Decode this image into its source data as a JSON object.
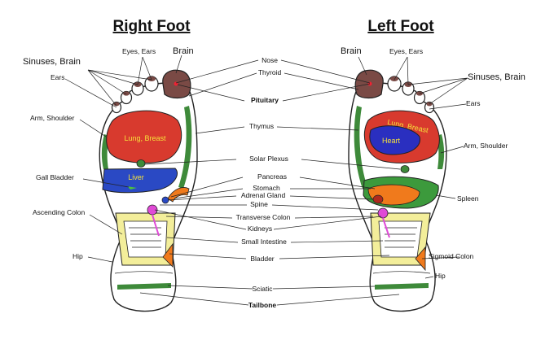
{
  "titles": {
    "right": "Right Foot",
    "left": "Left Foot"
  },
  "right_labels": {
    "sinuses_brain": "Sinuses, Brain",
    "eyes_ears": "Eyes, Ears",
    "brain": "Brain",
    "ears": "Ears",
    "arm_shoulder": "Arm, Shoulder",
    "gall_bladder": "Gall Bladder",
    "ascending_colon": "Ascending Colon",
    "hip": "Hip"
  },
  "center_labels": {
    "nose": "Nose",
    "thyroid": "Thyroid",
    "pituitary": "Pituitary",
    "thymus": "Thymus",
    "solar_plexus": "Solar Plexus",
    "pancreas": "Pancreas",
    "stomach": "Stomach",
    "adrenal_gland": "Adrenal Gland",
    "spine": "Spine",
    "transverse_colon": "Transverse Colon",
    "kidneys": "Kidneys",
    "small_intestine": "Small Intestine",
    "bladder": "Bladder",
    "sciatic": "Sciatic",
    "tailbone": "Tailbone"
  },
  "left_labels": {
    "brain": "Brain",
    "eyes_ears": "Eyes, Ears",
    "sinuses_brain": "Sinuses, Brain",
    "ears": "Ears",
    "arm_shoulder": "Arm, Shoulder",
    "spleen": "Spleen",
    "sigmoid_colon": "Sigmoid Colon",
    "hip": "Hip"
  },
  "inner_labels": {
    "right_lung_breast": "Lung, Breast",
    "right_liver": "Liver",
    "left_lung_breast": "Lung, Breast",
    "left_heart": "Heart"
  },
  "colors": {
    "lung": "#d83a2e",
    "brain_toe": "#7a4a45",
    "liver": "#2a49c4",
    "heart": "#2a2fc0",
    "green": "#3e8a3a",
    "orange": "#f07a1c",
    "colon_yellow": "#f3ee9a",
    "kidney_pink": "#e04ad6",
    "spleen_green": "#3c9a3c"
  }
}
